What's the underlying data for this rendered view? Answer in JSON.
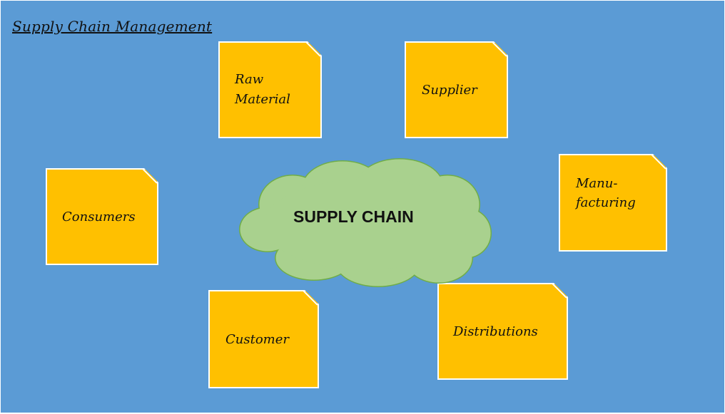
{
  "title": "Supply Chain Management",
  "center": {
    "label": "SUPPLY CHAIN"
  },
  "nodes": {
    "raw_material": {
      "line1": "Raw",
      "line2": "Material"
    },
    "supplier": {
      "label": "Supplier"
    },
    "manufacturing": {
      "line1": "Manu-",
      "line2": "facturing"
    },
    "distributions": {
      "label": "Distributions"
    },
    "customer": {
      "label": "Customer"
    },
    "consumers": {
      "label": "Consumers"
    }
  },
  "colors": {
    "background": "#5b9bd5",
    "card_fill": "#ffc000",
    "card_border": "#ffffff",
    "cloud_fill": "#a9d18e",
    "cloud_stroke": "#70ad47"
  }
}
